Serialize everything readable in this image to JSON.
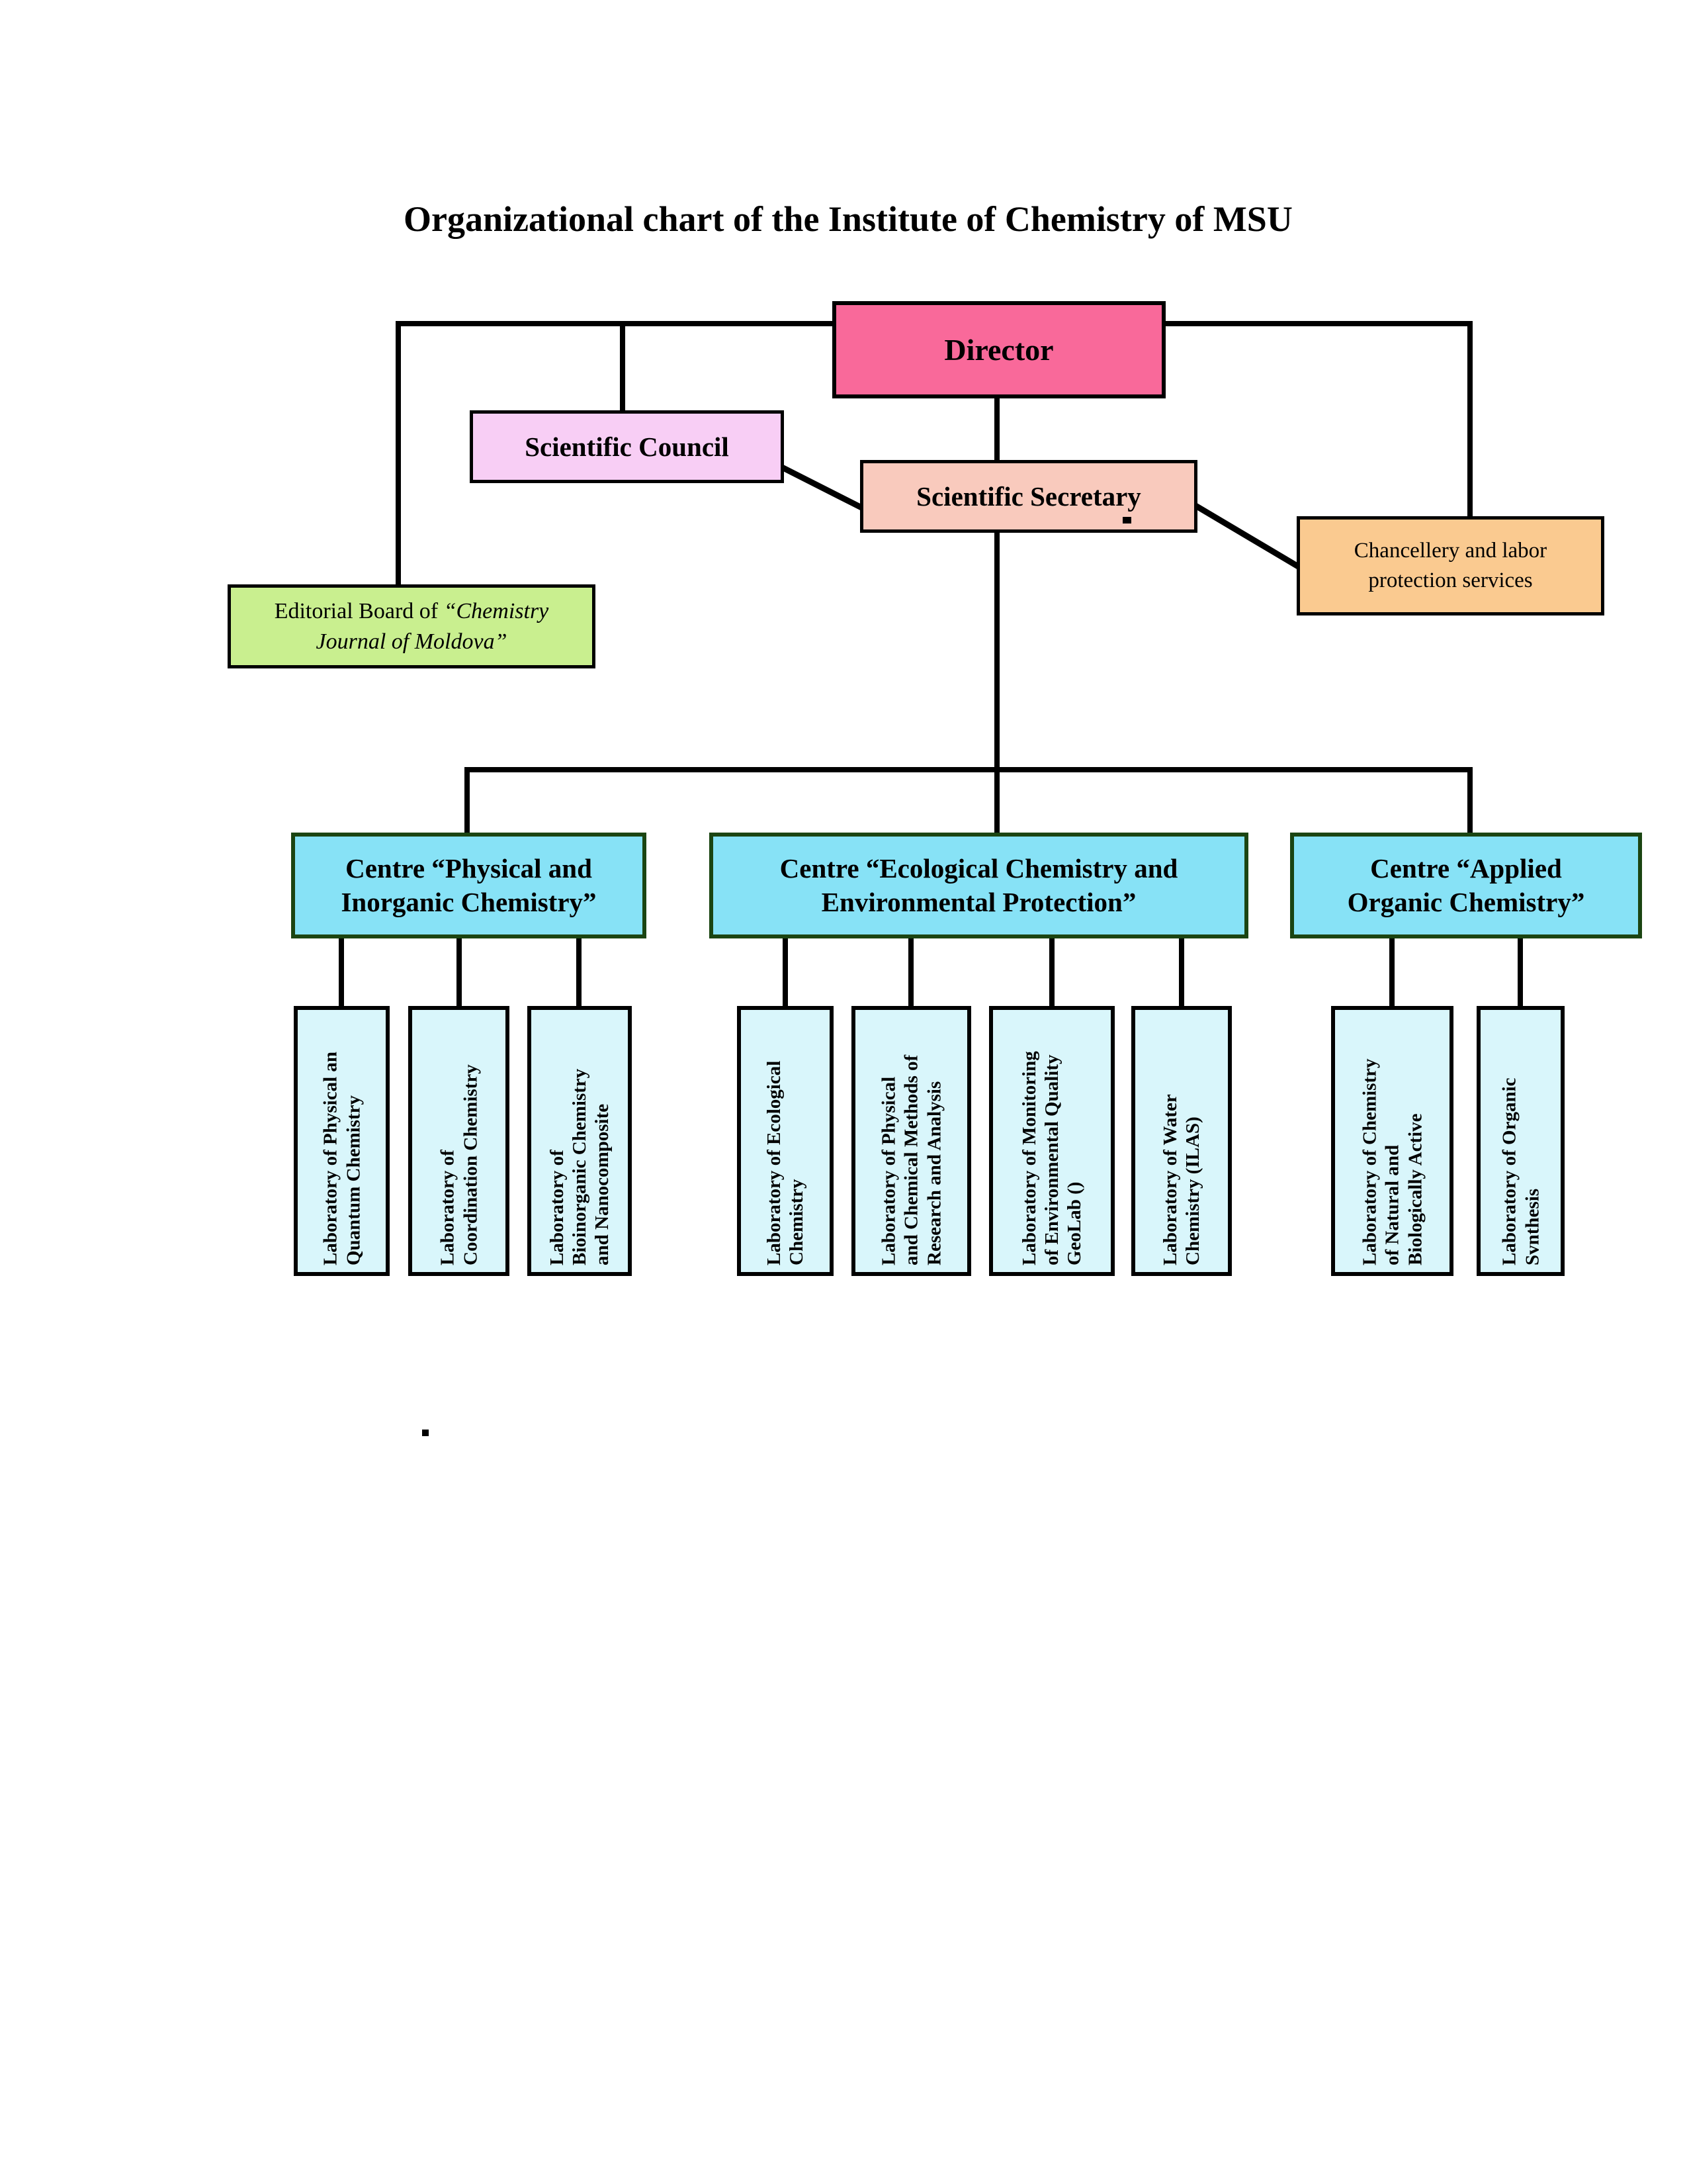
{
  "title": "Organizational chart of the Institute of Chemistry of MSU",
  "director": {
    "label": "Director"
  },
  "council": {
    "label": "Scientific Council"
  },
  "secretary": {
    "label": "Scientific Secretary"
  },
  "chancellery": {
    "label": "Chancellery and labor protection services"
  },
  "editorial": {
    "prefix": "Editorial Board of",
    "journal": "“Chemistry Journal of Moldova”"
  },
  "centres": [
    {
      "line1": "Centre “Physical and",
      "line2": "Inorganic Chemistry”"
    },
    {
      "line1": "Centre “Ecological Chemistry and",
      "line2": "Environmental Protection”"
    },
    {
      "line1": "Centre “Applied",
      "line2": "Organic Chemistry”"
    }
  ],
  "labs": [
    {
      "lines": [
        "Laboratory of Physical an",
        "Quantum Chemistry"
      ]
    },
    {
      "lines": [
        "Laboratory of",
        "Coordination Chemistry"
      ]
    },
    {
      "lines": [
        "Laboratory of",
        "Bioinorganic Chemistry",
        "and Nanocomposite"
      ]
    },
    {
      "lines": [
        "Laboratory of Ecological",
        "Chemistry"
      ]
    },
    {
      "lines": [
        "Laboratory of Physical",
        "and Chemical Methods of",
        "Research and Analysis"
      ]
    },
    {
      "lines": [
        "Laboratory of Monitoring",
        "of Environmental Quality",
        "GeoLab ()"
      ]
    },
    {
      "lines": [
        "Laboratory of Water",
        "Chemistry (ILAS)"
      ]
    },
    {
      "lines": [
        "Laboratory of Chemistry",
        "of Natural and",
        "Biologically Active"
      ]
    },
    {
      "lines": [
        "Laboratory of Organic",
        "Svnthesis"
      ]
    }
  ],
  "stray_dot": ".",
  "colors": {
    "director_fill": "#F9699A",
    "council_fill": "#F8CEF5",
    "secretary_fill": "#F9CABD",
    "chancellery_fill": "#FACA90",
    "editorial_fill": "#C9EF8F",
    "centre_fill": "#87E2F6",
    "centre_border": "#1B4512",
    "lab_fill": "#D9F6FB",
    "connector_line": "#000000"
  }
}
